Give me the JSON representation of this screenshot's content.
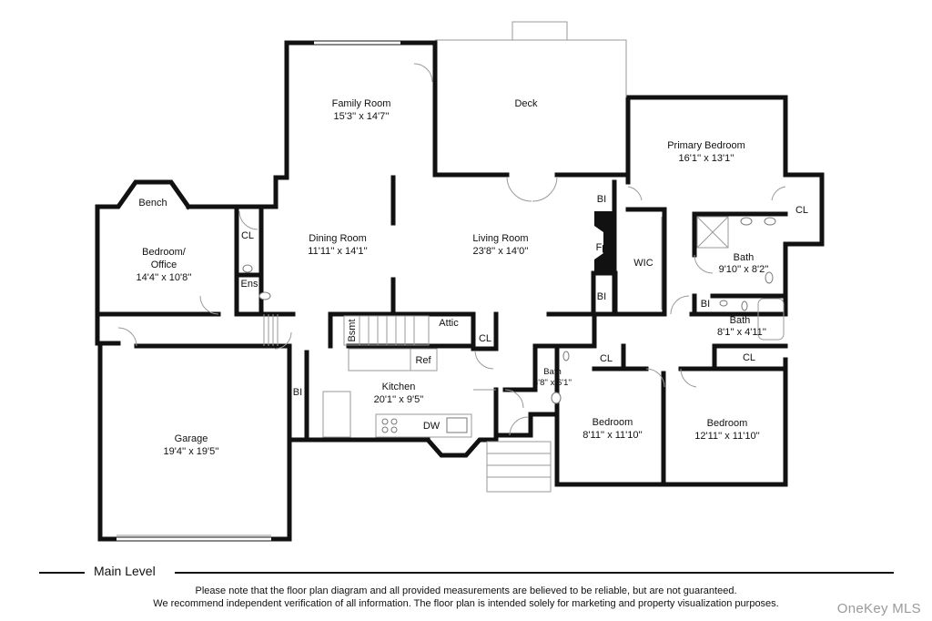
{
  "rooms": {
    "family_room": {
      "name": "Family Room",
      "size": "15'3'' x 14'7''"
    },
    "deck": {
      "name": "Deck"
    },
    "primary_bedroom": {
      "name": "Primary Bedroom",
      "size": "16'1'' x 13'1''"
    },
    "closet_primary": {
      "name": "CL"
    },
    "bench": {
      "name": "Bench"
    },
    "bedroom_office": {
      "name_line1": "Bedroom/",
      "name_line2": "Office",
      "size": "14'4'' x 10'8''"
    },
    "closet_office": {
      "name": "CL"
    },
    "ensuite": {
      "name": "Ens"
    },
    "dining_room": {
      "name": "Dining Room",
      "size": "11'11'' x 14'1''"
    },
    "living_room": {
      "name": "Living Room",
      "size": "23'8'' x 14'0''"
    },
    "built_in_1": {
      "name": "BI"
    },
    "fireplace": {
      "name": "Fp"
    },
    "built_in_2": {
      "name": "BI"
    },
    "walk_in_closet": {
      "name": "WIC"
    },
    "primary_bath": {
      "name": "Bath",
      "size": "9'10'' x 8'2''"
    },
    "built_in_3": {
      "name": "BI"
    },
    "bath_2": {
      "name": "Bath",
      "size": "8'1'' x 4'11''"
    },
    "basement": {
      "name": "Bsmt"
    },
    "attic": {
      "name": "Attic"
    },
    "closet_hall": {
      "name": "CL"
    },
    "refrigerator": {
      "name": "Ref"
    },
    "kitchen": {
      "name": "Kitchen",
      "size": "20'1'' x 9'5''"
    },
    "dishwasher": {
      "name": "DW"
    },
    "small_bath": {
      "name": "Bath",
      "size": "3'8'' x 6'1''"
    },
    "closet_bed1": {
      "name": "CL"
    },
    "closet_bed2": {
      "name": "CL"
    },
    "bedroom_1": {
      "name": "Bedroom",
      "size": "8'11'' x 11'10''"
    },
    "bedroom_2": {
      "name": "Bedroom",
      "size": "12'11'' x 11'10''"
    },
    "built_in_garage": {
      "name": "BI"
    },
    "garage": {
      "name": "Garage",
      "size": "19'4'' x 19'5''"
    }
  },
  "caption": {
    "title": "Main Level"
  },
  "disclaimer": {
    "line1": "Please note that the floor plan diagram and all provided measurements are believed to be reliable, but are not guaranteed.",
    "line2": "We recommend independent verification of all information. The floor plan is intended solely for marketing and property visualization purposes."
  },
  "brand": {
    "name": "OneKey MLS"
  },
  "colors": {
    "wall": "#111111",
    "thin_line": "#9a9a9a",
    "background": "#ffffff"
  }
}
